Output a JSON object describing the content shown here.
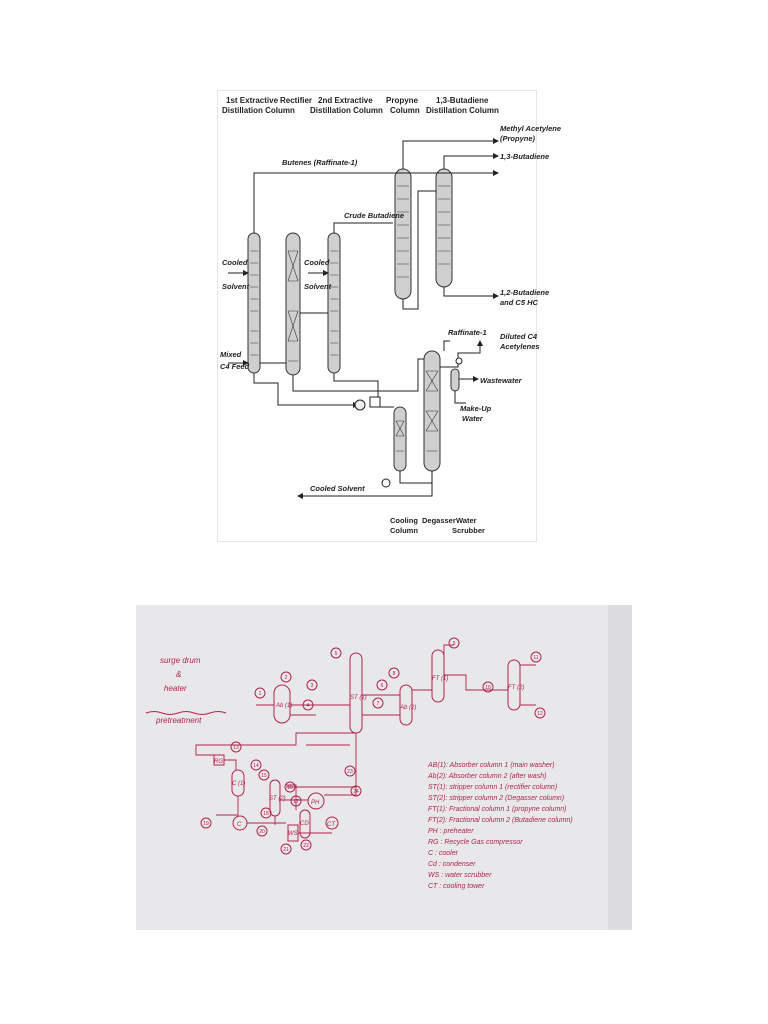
{
  "top_diagram": {
    "headers": {
      "col1": [
        "1st Extractive",
        "Distillation Column"
      ],
      "rectifier": "Rectifier",
      "col2": [
        "2nd Extractive",
        "Distillation Column"
      ],
      "propyne": [
        "Propyne",
        "Column"
      ],
      "butadiene": [
        "1,3-Butadiene",
        "Distillation Column"
      ]
    },
    "labels": {
      "butenes": "Butenes (Raffinate-1)",
      "crude_butadiene": "Crude Butadiene",
      "cooled_solvent_1": [
        "Cooled",
        "Solvent"
      ],
      "cooled_solvent_2": [
        "Cooled",
        "Solvent"
      ],
      "mixed_feed": [
        "Mixed",
        "C4 Feed"
      ],
      "methyl_acetylene": [
        "Methyl Acetylene",
        "(Propyne)"
      ],
      "butadiene_13": "1,3-Butadiene",
      "butadiene_12": [
        "1,2-Butadiene",
        "and C5 HC"
      ],
      "raffinate": "Raffinate-1",
      "diluted": [
        "Diluted C4",
        "Acetylenes"
      ],
      "wastewater": "Wastewater",
      "makeup_water": [
        "Make-Up",
        "Water"
      ],
      "cooled_solvent_out": "Cooled Solvent",
      "cooling_column": [
        "Cooling",
        "Column"
      ],
      "degasser": "Degasser",
      "water_scrubber": [
        "Water",
        "Scrubber"
      ]
    }
  },
  "sketch": {
    "top_left": [
      "surge drum",
      "&",
      "heater"
    ],
    "pretreatment": "pretreatment",
    "unit_labels": {
      "ab1": "Ab (1)",
      "st1": "ST (1)",
      "ab2": "Ab (2)",
      "ft1": "FT (1)",
      "ft2": "FT (2)",
      "rg": "RG",
      "c1": "C (1)",
      "st2": "ST (2)",
      "ph": "PH",
      "cd": "CD",
      "ws": "WS",
      "c2": "C",
      "ct": "CT"
    },
    "stream_numbers": [
      "1",
      "2",
      "3",
      "4",
      "5",
      "6",
      "7",
      "8",
      "9",
      "10",
      "11",
      "12",
      "13",
      "14",
      "15",
      "16",
      "17",
      "18",
      "19",
      "20",
      "21",
      "22",
      "23",
      "24"
    ],
    "legend": [
      "AB(1): Absorber column 1 (main washer)",
      "Ab(2): Absorber column 2 (after wash)",
      "ST(1): stripper column 1 (rectifier column)",
      "ST(2): stripper column 2 (Degasser column)",
      "FT(1): Fractional column 1 (propyne column)",
      "FT(2): Fractional column 2 (Butadiene column)",
      "PH : preheater",
      "RG : Recycle Gas compressor",
      "C : cooler",
      "Cd : condenser",
      "WS : water scrubber",
      "CT : cooling tower"
    ]
  }
}
